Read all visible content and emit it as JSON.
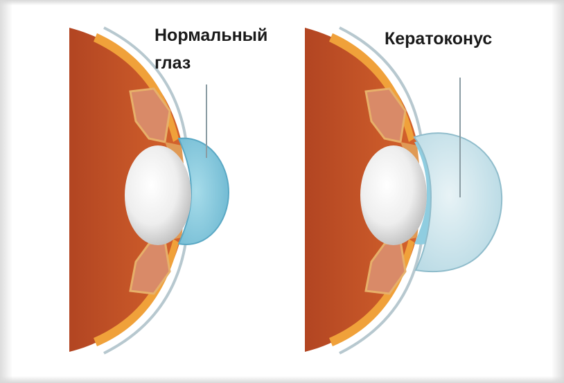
{
  "labels": {
    "normal_line1": "Нормальный",
    "normal_line2": "глаз",
    "keratoconus": "Кератоконус"
  },
  "colors": {
    "sclera_outer": "#c85a2e",
    "choroid": "#e07a35",
    "iris": "#d4845c",
    "lens": "#ececec",
    "cornea_normal": "#8fcde0",
    "cornea_kerat": "#cce6ee",
    "text": "#1a1a1a"
  }
}
